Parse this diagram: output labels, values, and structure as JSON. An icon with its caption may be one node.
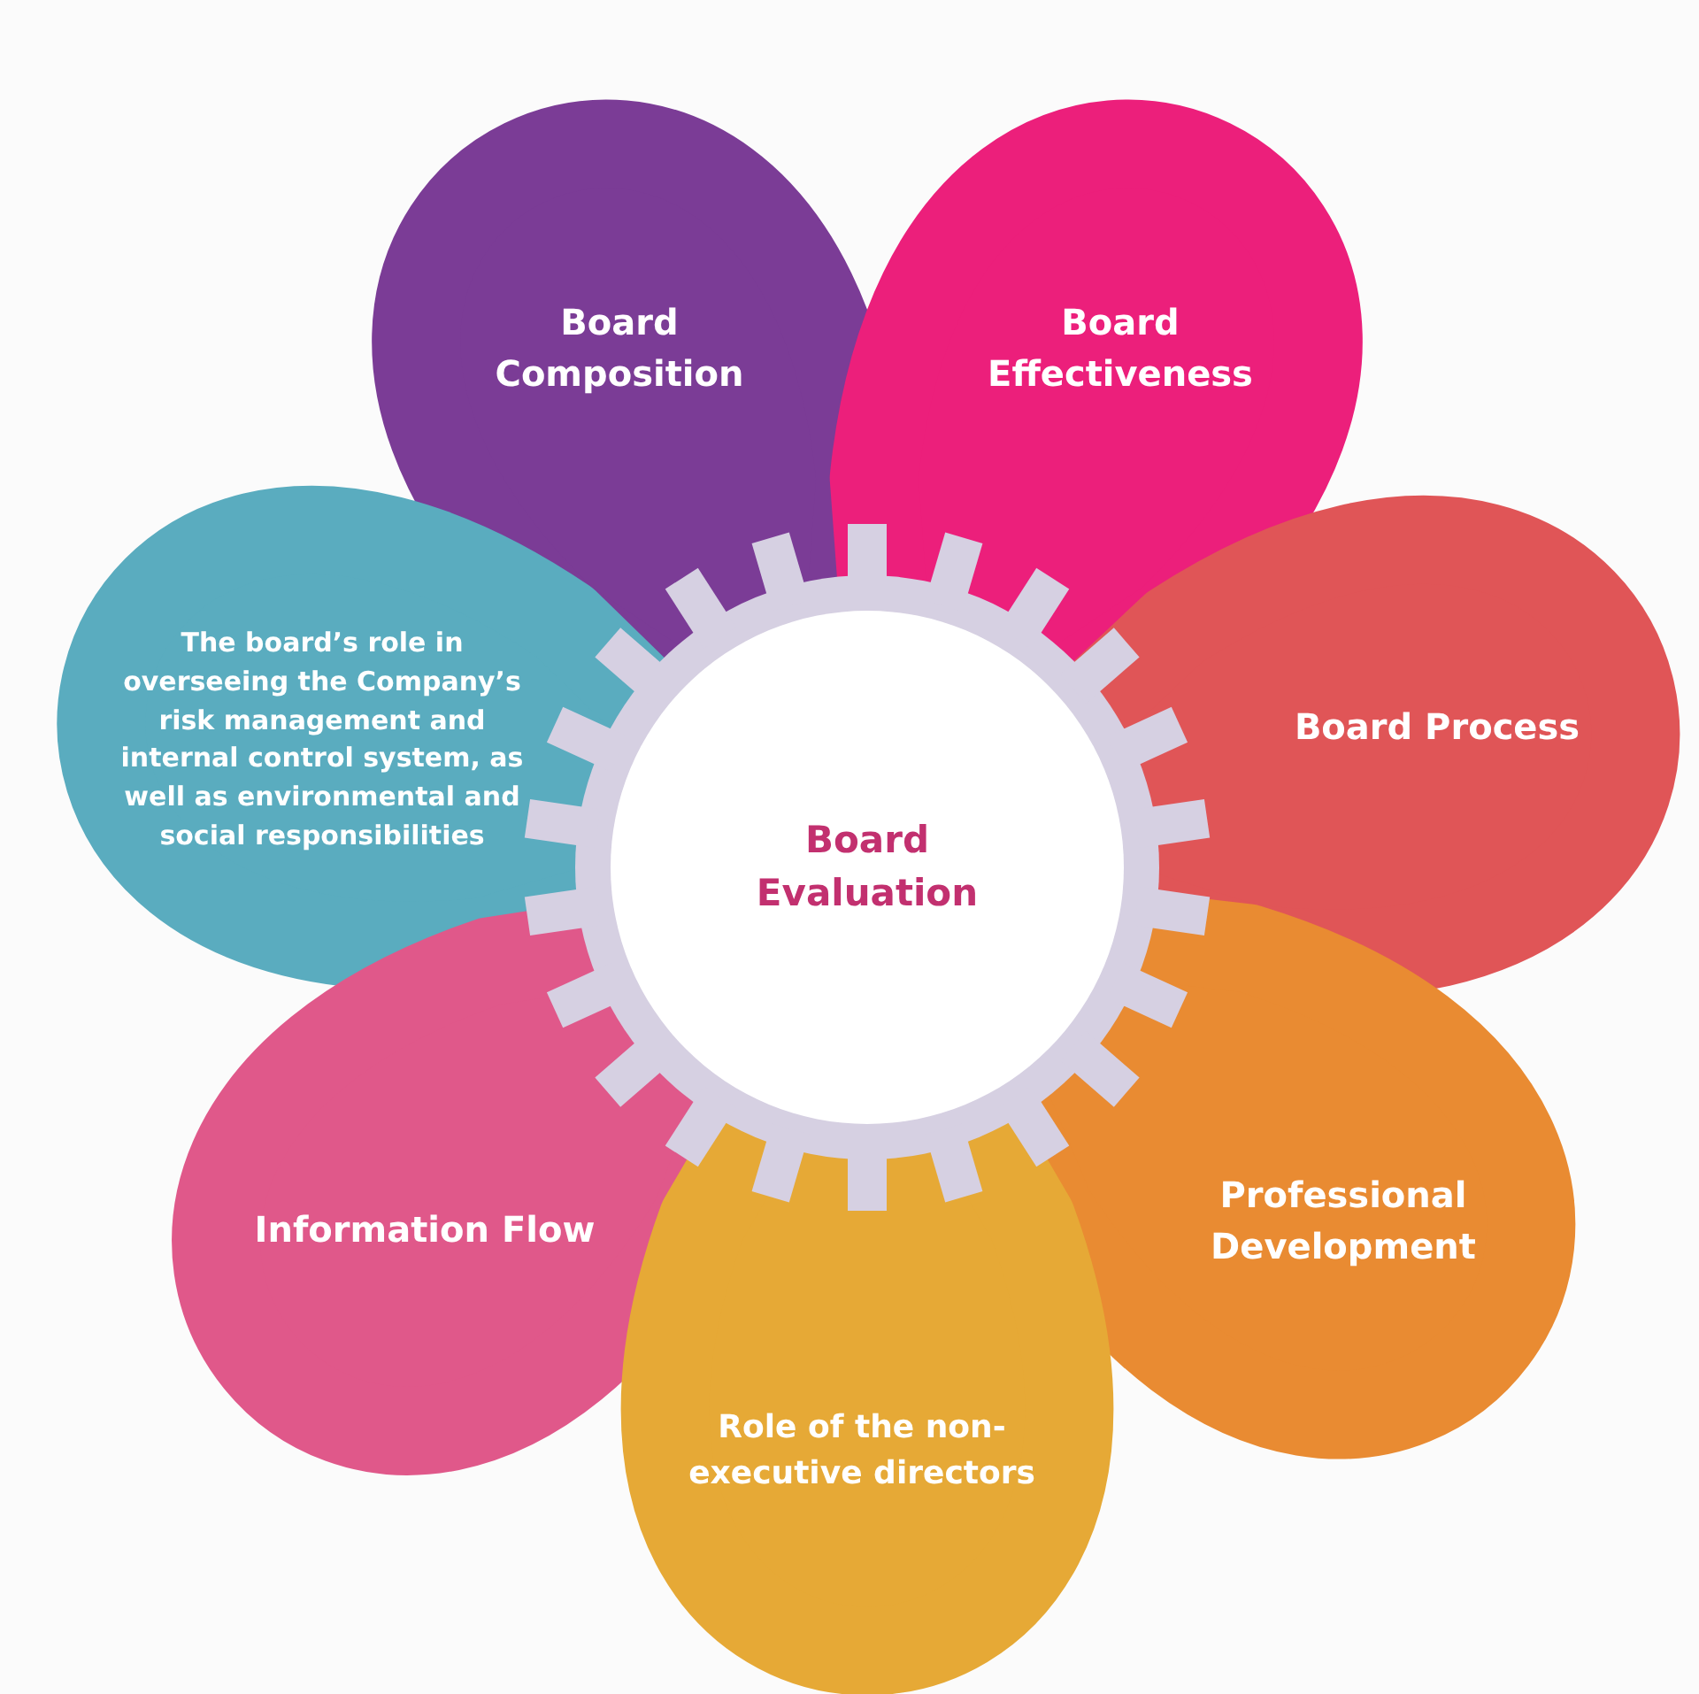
{
  "diagram": {
    "nodes": [
      {
        "text": [
          "Board Composition"
        ]
      },
      {
        "text": [
          "Board Effectiveness"
        ]
      },
      {
        "text": [
          "The board’s role in overseeing the Company’s risk management and internal control system, as well as environmental and social responsibilities"
        ]
      },
      {
        "text": [
          "Board Process"
        ]
      },
      {
        "text": [
          "Information Flow"
        ]
      },
      {
        "text": [
          "Professional Development"
        ]
      },
      {
        "text": [
          "Role of the non-executive directors"
        ]
      },
      {
        "text": [
          "Board Evaluation"
        ]
      }
    ]
  }
}
